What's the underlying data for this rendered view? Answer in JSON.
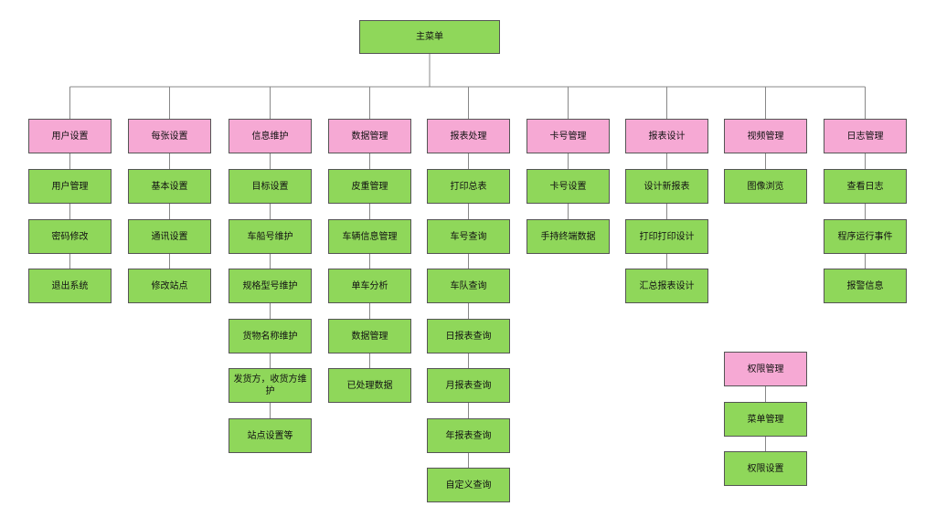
{
  "colors": {
    "leaf": "#8fd75a",
    "category": "#f6a9d4",
    "line": "#888888",
    "border": "#555555"
  },
  "root": {
    "label": "主菜单"
  },
  "categories": [
    {
      "label": "用户设置",
      "items": [
        "用户管理",
        "密码修改",
        "退出系统"
      ]
    },
    {
      "label": "每张设置",
      "items": [
        "基本设置",
        "通讯设置",
        "修改站点"
      ]
    },
    {
      "label": "信息维护",
      "items": [
        "目标设置",
        "车船号维护",
        "规格型号维护",
        "货物名称维护",
        "发货方，收货方维护",
        "站点设置等"
      ]
    },
    {
      "label": "数据管理",
      "items": [
        "皮重管理",
        "车辆信息管理",
        "单车分析",
        "数据管理",
        "已处理数据"
      ]
    },
    {
      "label": "报表处理",
      "items": [
        "打印总表",
        "车号查询",
        "车队查询",
        "日报表查询",
        "月报表查询",
        "年报表查询",
        "自定义查询"
      ]
    },
    {
      "label": "卡号管理",
      "items": [
        "卡号设置",
        "手持终端数据"
      ]
    },
    {
      "label": "报表设计",
      "items": [
        "设计新报表",
        "打印打印设计",
        "汇总报表设计"
      ]
    },
    {
      "label": "视频管理",
      "items": [
        "图像浏览"
      ]
    },
    {
      "label": "日志管理",
      "items": [
        "查看日志",
        "程序运行事件",
        "报警信息"
      ]
    }
  ],
  "extra": {
    "label": "权限管理",
    "items": [
      "菜单管理",
      "权限设置"
    ]
  }
}
